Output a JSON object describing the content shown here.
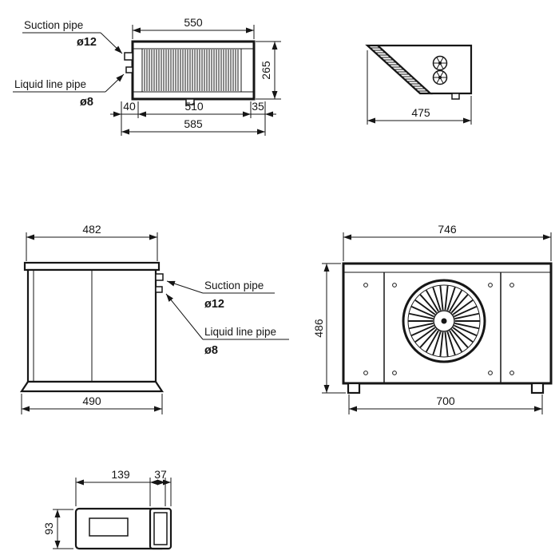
{
  "views": {
    "coil_top": {
      "dim_width_top": "550",
      "dim_depth": "265",
      "dim_offset_left": "40",
      "dim_width_inner": "510",
      "dim_offset_right": "35",
      "dim_width_total": "585",
      "suction_label": "Suction pipe",
      "suction_diameter": "ø12",
      "liquid_label": "Liquid line pipe",
      "liquid_diameter": "ø8"
    },
    "unit_side_top": {
      "dim_depth": "475"
    },
    "unit_side": {
      "dim_width_top": "482",
      "dim_width_bottom": "490",
      "suction_label": "Suction pipe",
      "suction_diameter": "ø12",
      "liquid_label": "Liquid line pipe",
      "liquid_diameter": "ø8"
    },
    "unit_front": {
      "dim_width_top": "746",
      "dim_height": "486",
      "dim_width_bottom": "700"
    },
    "controller": {
      "dim_width": "139",
      "dim_height": "93",
      "dim_depth": "37"
    }
  }
}
